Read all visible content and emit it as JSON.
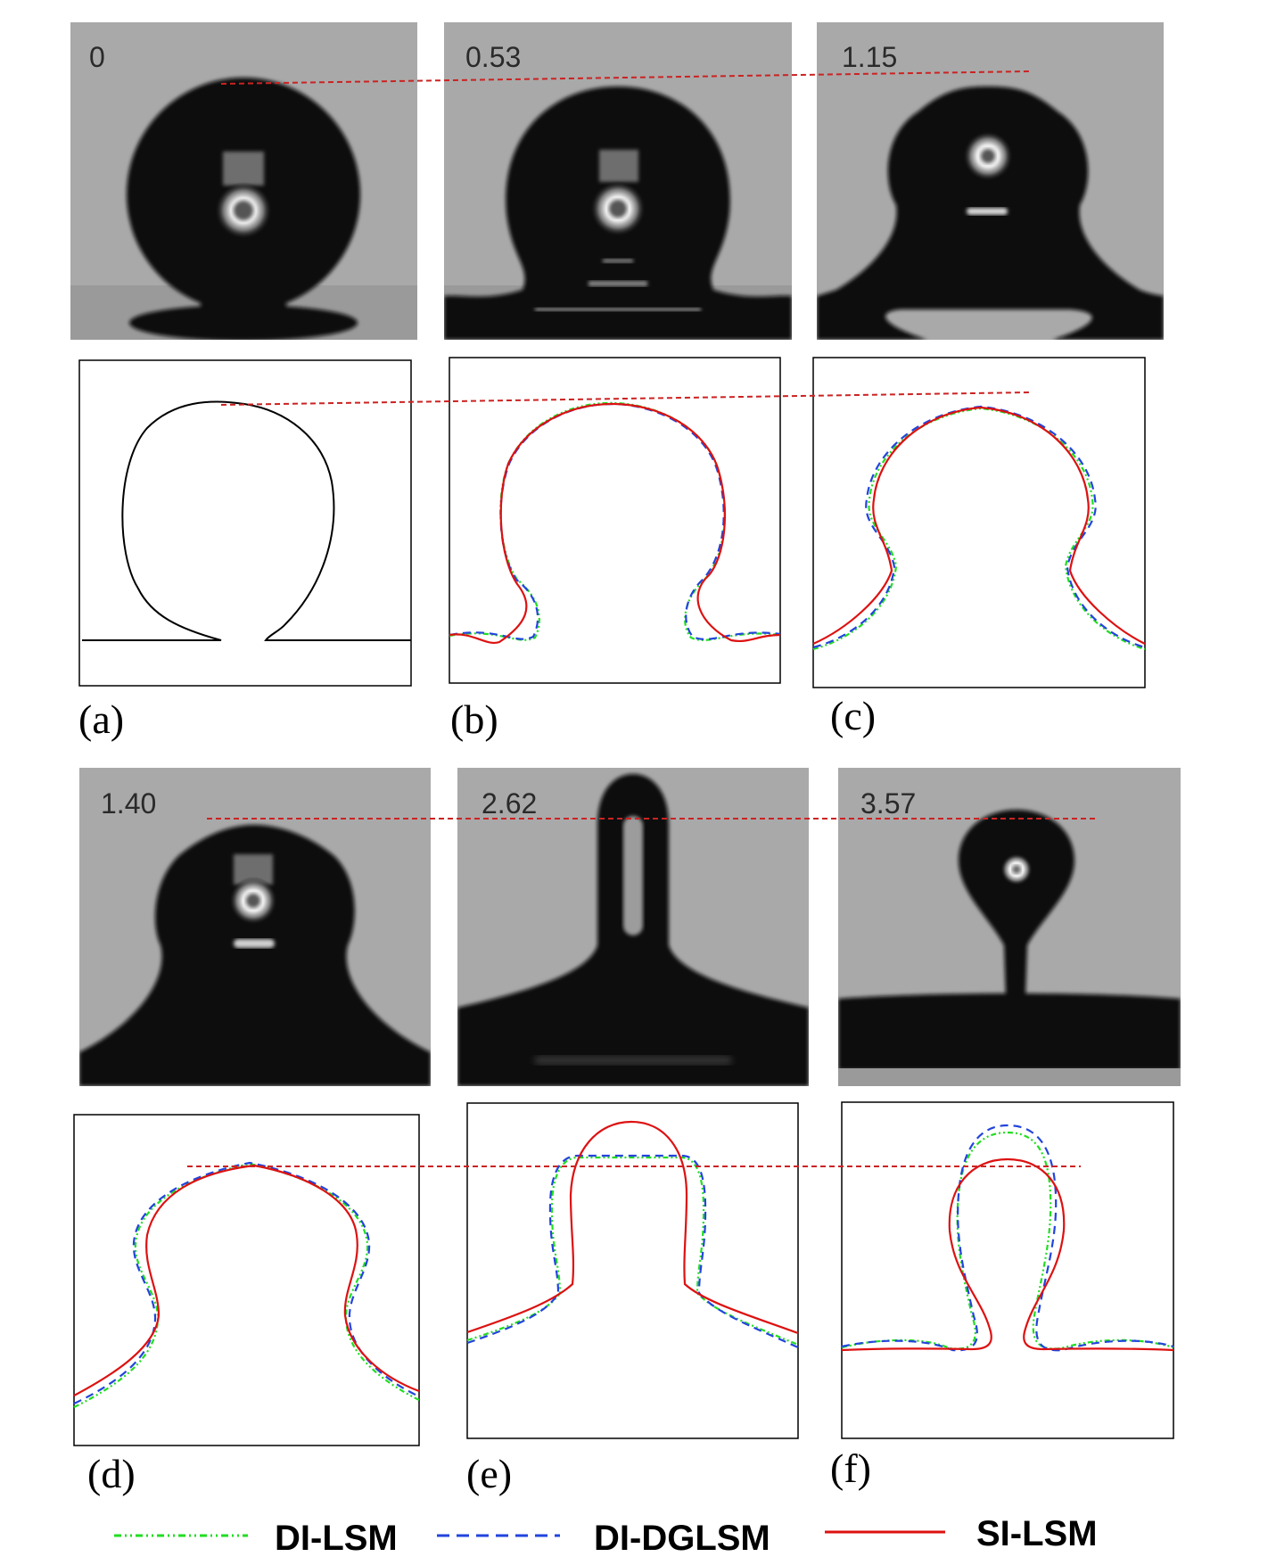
{
  "panels": [
    {
      "label": "(a)",
      "time": "0"
    },
    {
      "label": "(b)",
      "time": "0.53"
    },
    {
      "label": "(c)",
      "time": "1.15"
    },
    {
      "label": "(d)",
      "time": "1.40"
    },
    {
      "label": "(e)",
      "time": "2.62"
    },
    {
      "label": "(f)",
      "time": "3.57"
    }
  ],
  "legend": [
    {
      "name": "DI-LSM",
      "color": "#22dd22",
      "style": "dash-dot-dot"
    },
    {
      "name": "DI-DGLSM",
      "color": "#2244dd",
      "style": "dashed"
    },
    {
      "name": "SI-LSM",
      "color": "#dd1111",
      "style": "solid"
    }
  ],
  "colors": {
    "reference_line": "#cc2222",
    "photo_background": "#a9a9a9",
    "droplet": "#0a0a0a",
    "initial_contour": "#000000"
  }
}
